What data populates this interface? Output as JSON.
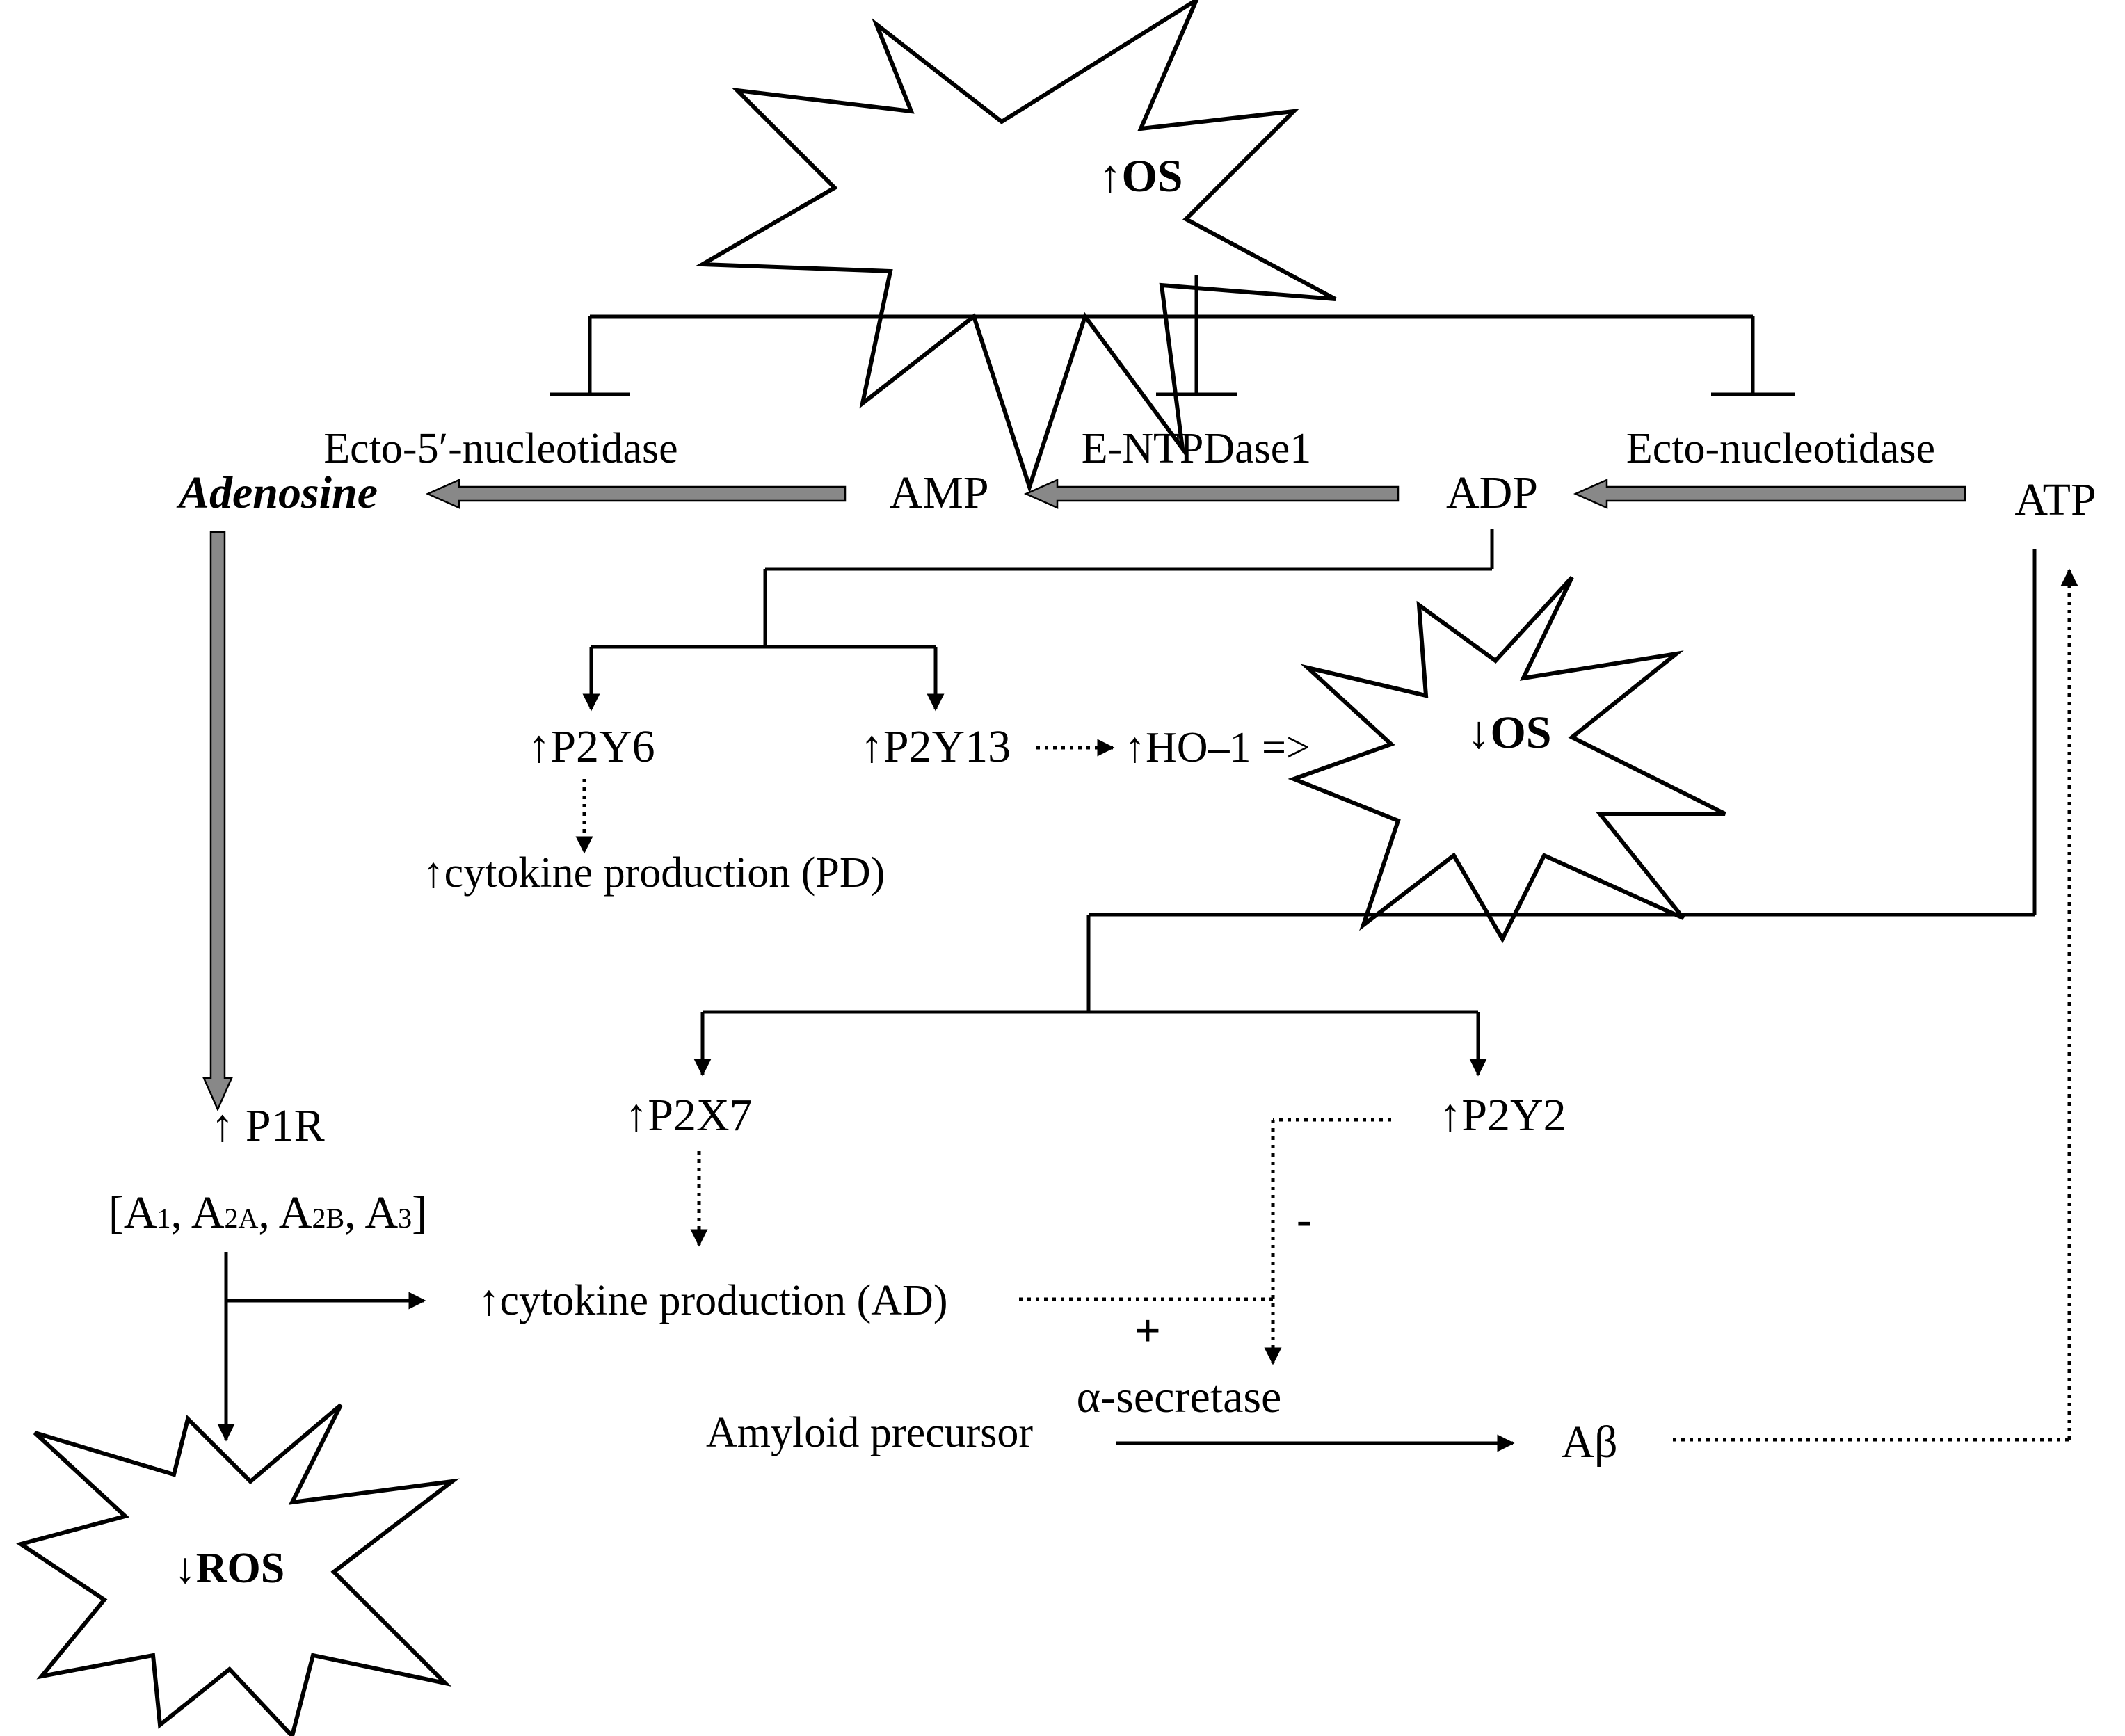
{
  "bursts": {
    "os_up": {
      "arrow": "↑",
      "text": "OS"
    },
    "os_down": {
      "arrow": "↓",
      "text": "OS"
    },
    "ros_down": {
      "arrow": "↓",
      "text": "ROS"
    }
  },
  "nodes": {
    "adenosine": "Adenosine",
    "amp": "AMP",
    "adp": "ADP",
    "atp": "ATP",
    "p2y6": "↑P2Y6",
    "p2y13": "↑P2Y13",
    "ho1": "↑HO–1 =>",
    "cytokine_pd": "↑cytokine production (PD)",
    "p2x7": "↑P2X7",
    "p2y2": "↑P2Y2",
    "p1r": "↑ P1R",
    "cytokine_ad": "↑cytokine production (AD)",
    "amyloid_precursor": "Amyloid precursor",
    "abeta": "Aβ"
  },
  "enzymes": {
    "ecto5": "Ecto-5′-nucleotidase",
    "entpdase1": "E-NTPDase1",
    "ectonuc": "Ecto-nucleotidase",
    "alpha_secretase": "α-secretase"
  },
  "receptors_subtypes": {
    "open": "[",
    "a1": "A",
    "a1_sub": "1",
    "sep1": ",",
    "a2a": "A",
    "a2a_sub": "2A",
    "sep2": ",",
    "a2b": "A",
    "a2b_sub": "2B",
    "sep3": ",",
    "a3": "A",
    "a3_sub": "3",
    "close": "]"
  },
  "signs": {
    "minus": "-",
    "plus": "+"
  }
}
